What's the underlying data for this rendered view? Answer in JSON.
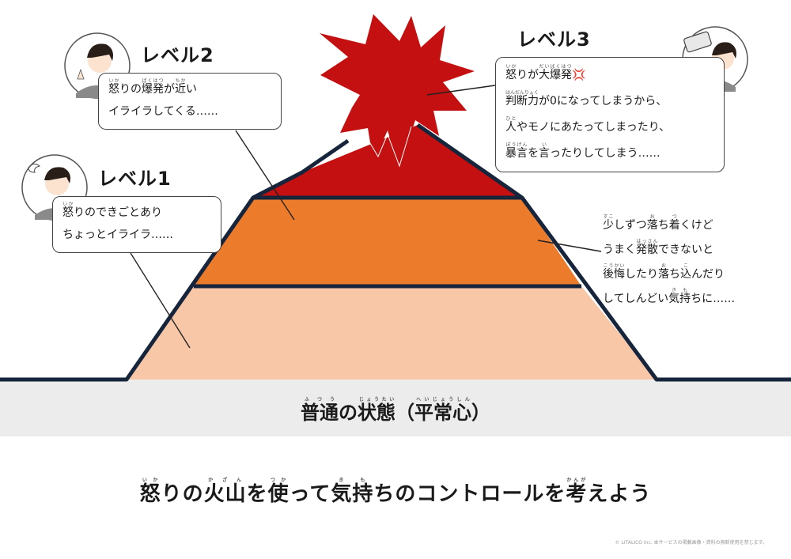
{
  "diagram": {
    "levels": [
      {
        "title": "レベル1",
        "bubble_lines": [
          "怒りのできごとあり",
          "ちょっとイライラ……"
        ],
        "color": "#f7c7a7",
        "label_color": "#111111"
      },
      {
        "title": "レベル2",
        "bubble_lines": [
          "怒りの爆発が近い",
          "イライラしてくる……"
        ],
        "color": "#ec7b2c",
        "label_color": "#111111"
      },
      {
        "title": "レベル3",
        "bubble_lines": [
          "怒りが大爆発💢",
          "判断力が0になってしまうから、",
          "人やモノにあたってしまったり、",
          "暴言を言ったりしてしまう……"
        ],
        "color": "#c41010",
        "label_color": "#111111"
      }
    ],
    "side_note_lines": [
      "少しずつ落ち着くけど",
      "うまく発散できないと",
      "後悔したり落ち込んだり",
      "してしんどい気持ちに……"
    ],
    "base_caption": "普通の状態（平常心）",
    "base_color": "#ececec",
    "outline_color": "#17253c",
    "explosion_color": "#c41010"
  },
  "title": "怒りの火山を使って気持ちのコントロールを考えよう",
  "furigana": {
    "l1_b1": "いか",
    "l2_b1": "いか",
    "l2_b2": "ばくはつ",
    "l2_b3": "ちか",
    "l3_b1": "いか",
    "l3_b2": "だいばくはつ",
    "l3_b3": "はんだんりょく",
    "l3_b4": "ひと",
    "l3_b5": "ぼうげん",
    "l3_b6": "い",
    "side_1": "すこ",
    "side_2": "お",
    "side_3": "つ",
    "side_4": "はっさん",
    "side_5": "こうかい",
    "side_6": "お",
    "side_7": "こ",
    "side_8": "き",
    "side_9": "も",
    "base_1": "ふつう",
    "base_2": "じょうたい",
    "base_3": "へいじょうしん",
    "t_1": "いか",
    "t_2": "かざん",
    "t_3": "つか",
    "t_4": "き",
    "t_5": "も",
    "t_6": "かんが"
  },
  "copyright_note": "© LITALICO Inc. 本サービスの掲載画像・資料の無断使用を禁じます。"
}
